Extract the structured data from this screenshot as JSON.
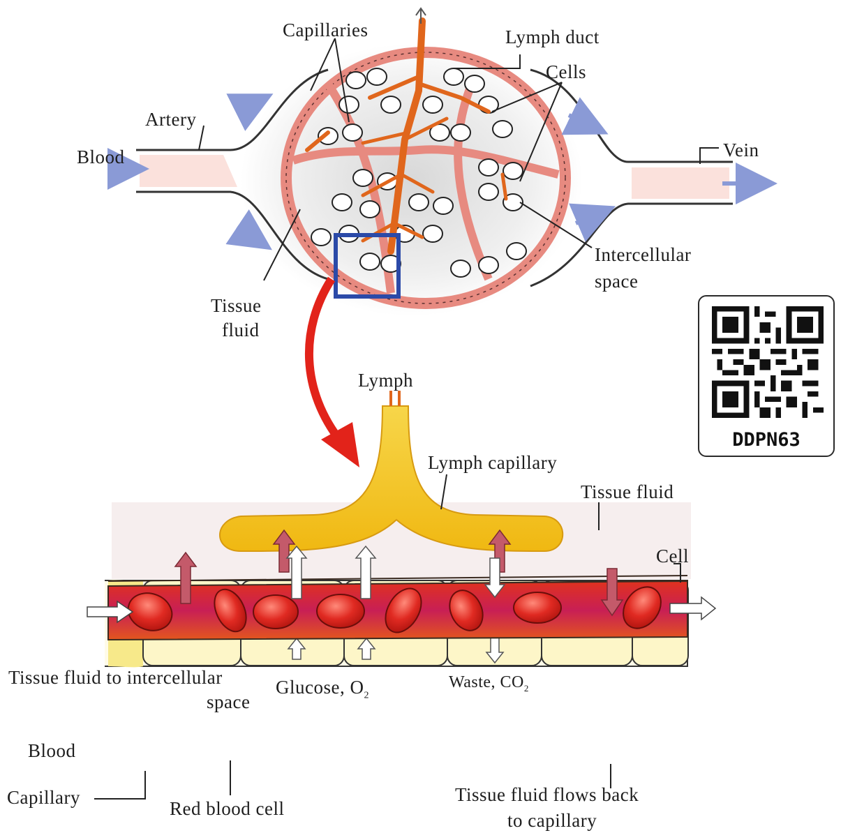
{
  "top": {
    "labels": {
      "capillaries": "Capillaries",
      "lymph_duct": "Lymph duct",
      "cells": "Cells",
      "artery": "Artery",
      "blood": "Blood",
      "vein": "Vein",
      "intercellular_1": "Intercellular",
      "intercellular_2": "space",
      "tissue_fluid_1": "Tissue",
      "tissue_fluid_2": "fluid"
    }
  },
  "bottom": {
    "labels": {
      "lymph": "Lymph",
      "lymph_capillary": "Lymph capillary",
      "tissue_fluid": "Tissue fluid",
      "cell": "Cell",
      "tf_to_space_1": "Tissue fluid to intercellular",
      "tf_to_space_2": "space",
      "glucose": "Glucose, O",
      "glucose_sub": "2",
      "waste": "Waste, CO",
      "waste_sub": "2",
      "blood": "Blood",
      "capillary": "Capillary",
      "rbc": "Red blood cell",
      "flows_back_1": "Tissue fluid flows back",
      "flows_back_2": "to capillary"
    }
  },
  "qr": {
    "code": "DDPN63"
  },
  "colors": {
    "lymph_orange": "#e0661c",
    "lymph_yellow": "#f2c51a",
    "blood_red": "#d92b24",
    "capillary_pink": "#c8245a",
    "highlight_box": "#2b4aa8",
    "arrow_red": "#e2231a",
    "flow_arrow": "#8a9ad6"
  }
}
